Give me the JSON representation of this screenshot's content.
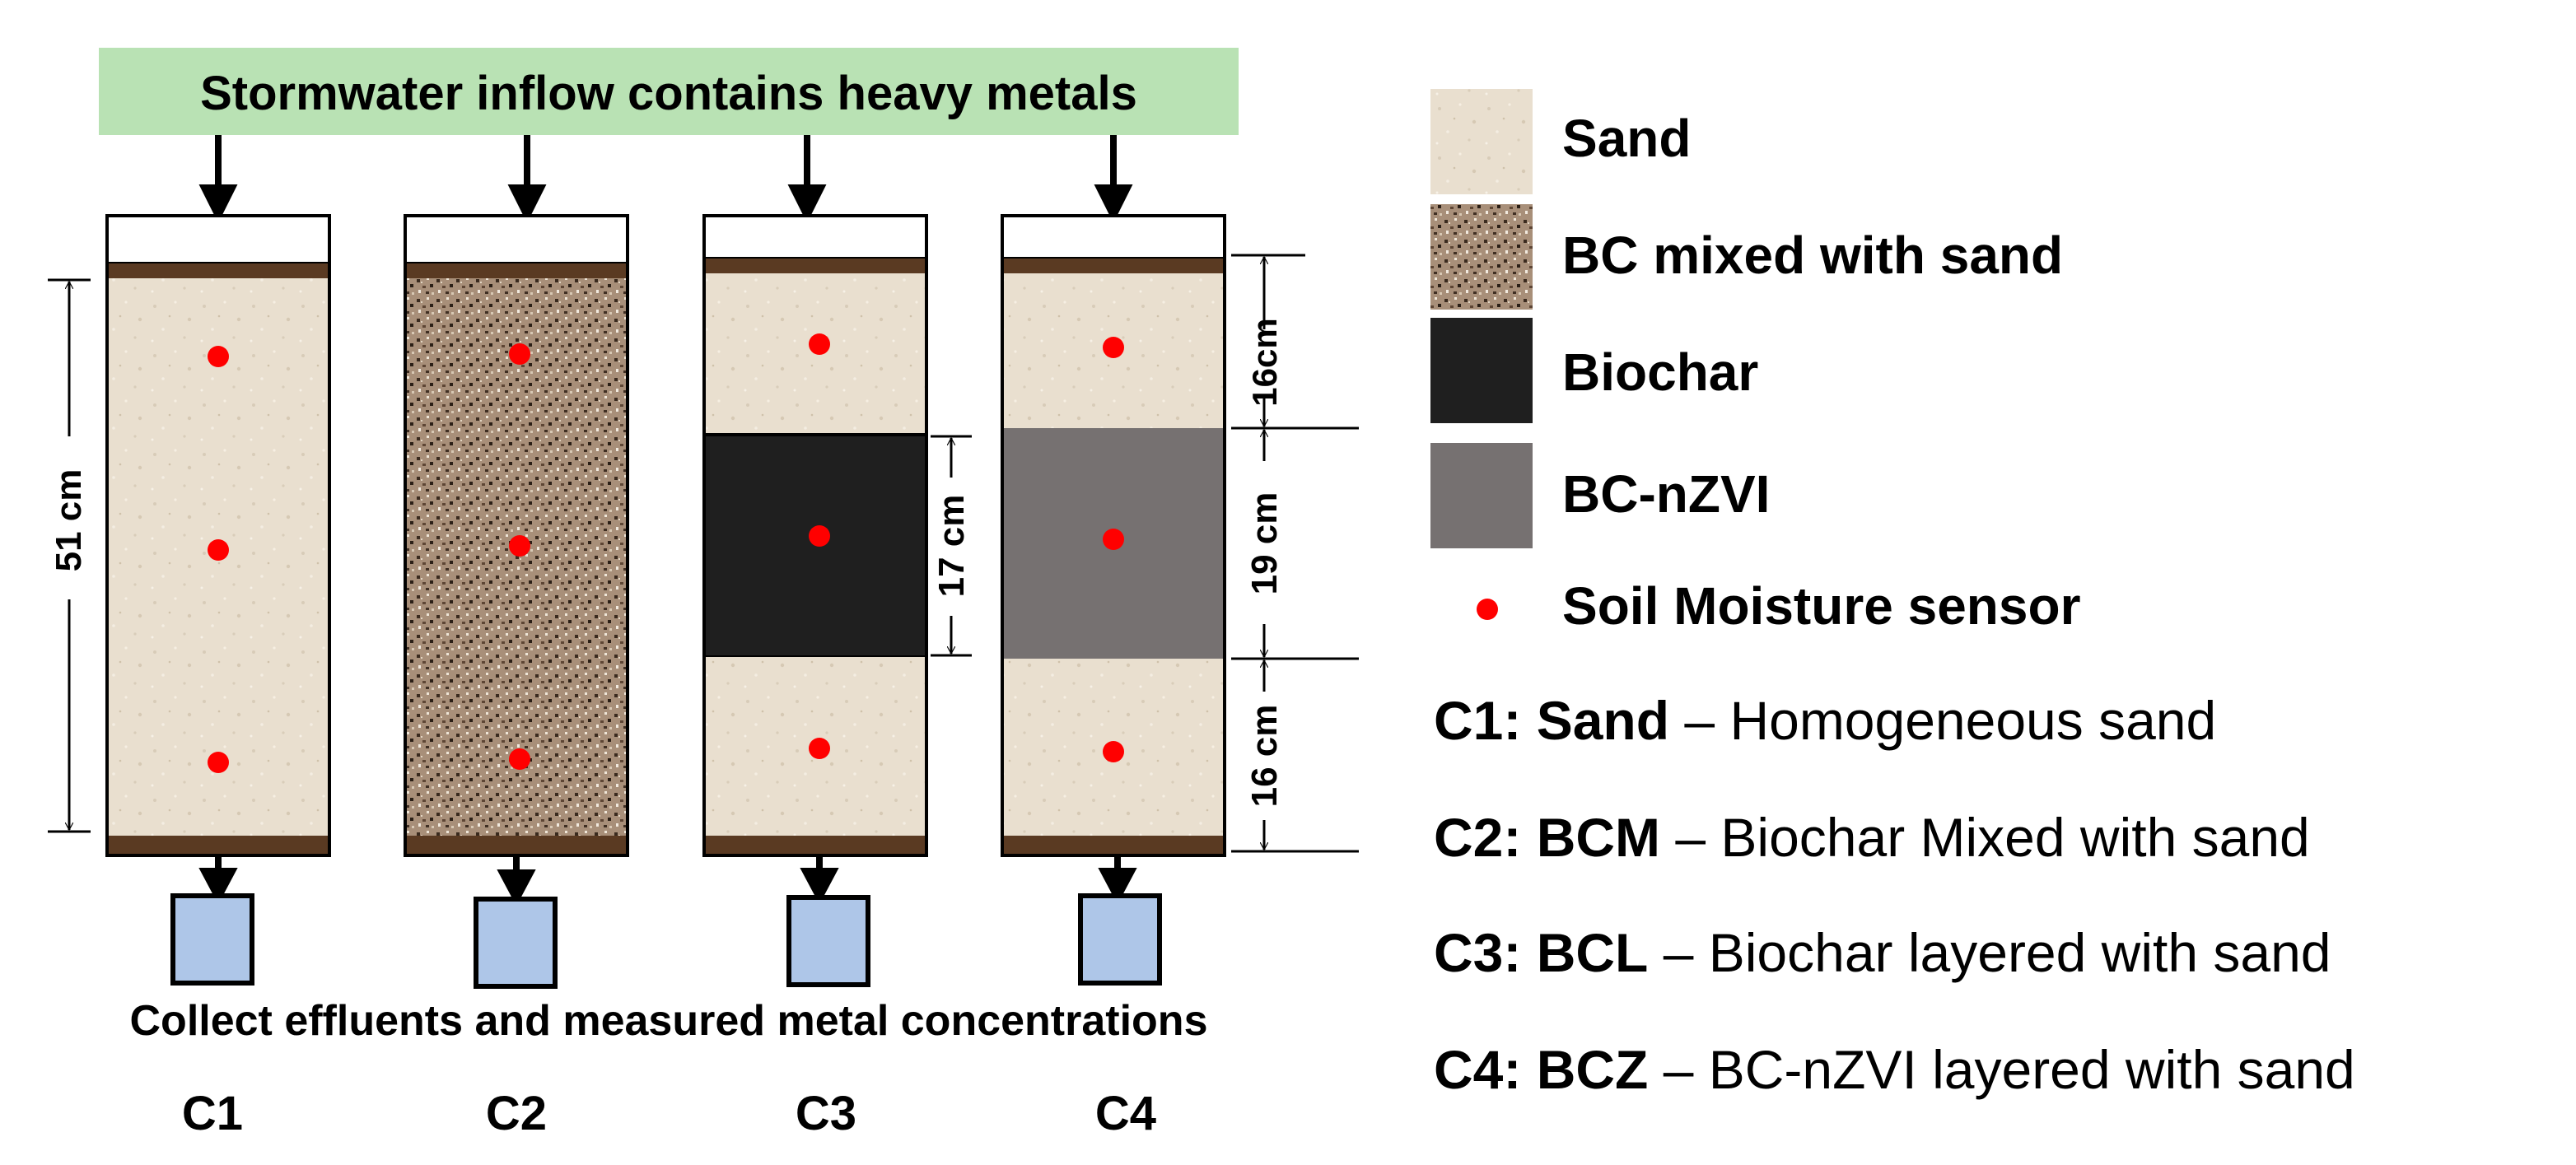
{
  "inflow_label": "Stormwater inflow contains heavy metals",
  "effluent_label": "Collect effluents and measured metal concentrations",
  "columns": [
    {
      "id": "C1",
      "label": "C1"
    },
    {
      "id": "C2",
      "label": "C2"
    },
    {
      "id": "C3",
      "label": "C3"
    },
    {
      "id": "C4",
      "label": "C4"
    }
  ],
  "dimensions": {
    "c1_total": "51 cm",
    "c3_biochar": "17 cm",
    "c4_top": "16cm",
    "c4_middle": "19 cm",
    "c4_bottom": "16 cm"
  },
  "legend": {
    "sand": "Sand",
    "bc_mix": "BC mixed with sand",
    "biochar": "Biochar",
    "bc_nzvi": "BC-nZVI",
    "sensor": "Soil Moisture sensor"
  },
  "descriptions": [
    {
      "code": "C1:",
      "name": "Sand",
      "sep": " – ",
      "text": "Homogeneous sand"
    },
    {
      "code": "C2:",
      "name": "BCM",
      "sep": " – ",
      "text": "Biochar Mixed with sand"
    },
    {
      "code": "C3:",
      "name": "BCL",
      "sep": " – ",
      "text": "Biochar layered with sand"
    },
    {
      "code": "C4:",
      "name": "BCZ",
      "sep": " – ",
      "text": "BC-nZVI layered with sand"
    }
  ],
  "colors": {
    "inflow_banner": "#b9e2b4",
    "sand": "#e9dfcf",
    "bc_mix": "#9d8570",
    "biochar": "#1f1f1f",
    "bc_nzvi": "#767171",
    "soil_band": "#5a3a22",
    "sensor": "#ff0000",
    "collector": "#aec6e8"
  }
}
